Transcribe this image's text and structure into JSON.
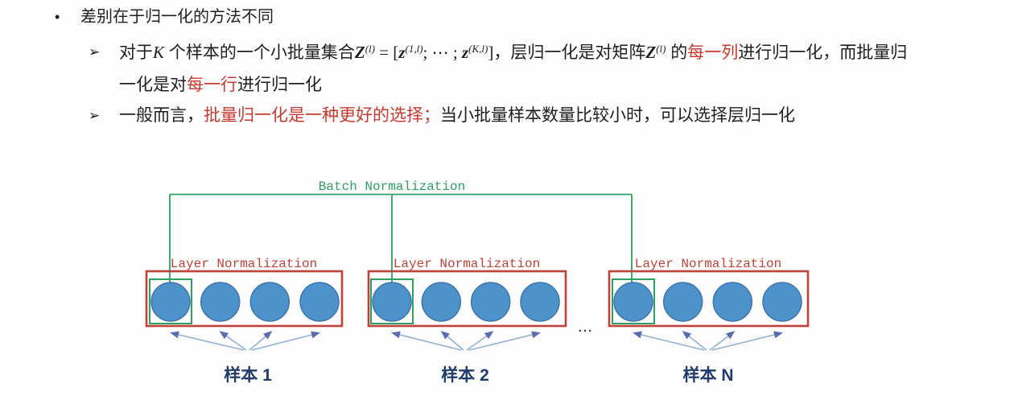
{
  "colors": {
    "text": "#1f1f1f",
    "red_accent": "#c8392e",
    "green": "#2fa062",
    "red_box": "#bf4238",
    "circle_fill": "#4e92cb",
    "circle_stroke": "#3d74ac",
    "arrow_line": "#93b0d6",
    "arrow_head": "#5a6cae",
    "sample_label": "#213c6b",
    "ellipsis": "#3a3a3a"
  },
  "slide": {
    "bullet_marker": "•",
    "bullet": "差别在于归一化的方法不同",
    "sub_bullets": [
      {
        "marker": "➢",
        "segments": [
          {
            "t": "对于",
            "c": ""
          },
          {
            "t": "K",
            "c": "mi"
          },
          {
            "t": " 个样本的一个小批量集合",
            "c": ""
          },
          {
            "t": "Z",
            "c": "mbi"
          },
          {
            "t": "(l)",
            "c": "sup"
          },
          {
            "t": " = [",
            "c": "m"
          },
          {
            "t": "z",
            "c": "mbi"
          },
          {
            "t": "(1,l)",
            "c": "sup"
          },
          {
            "t": "; ⋯ ; ",
            "c": "m"
          },
          {
            "t": "z",
            "c": "mbi"
          },
          {
            "t": "(K,l)",
            "c": "sup"
          },
          {
            "t": "]",
            "c": "m"
          },
          {
            "t": "，层归一化是对矩阵",
            "c": ""
          },
          {
            "t": "Z",
            "c": "mbi"
          },
          {
            "t": "(l)",
            "c": "sup"
          },
          {
            "t": " 的",
            "c": ""
          },
          {
            "t": "每一列",
            "c": "red"
          },
          {
            "t": "进行归一化，而批量归一化是对",
            "c": ""
          },
          {
            "t": "每一行",
            "c": "red"
          },
          {
            "t": "进行归一化",
            "c": ""
          }
        ]
      },
      {
        "marker": "➢",
        "segments": [
          {
            "t": "一般而言，",
            "c": ""
          },
          {
            "t": "批量归一化是一种更好的选择；",
            "c": "red"
          },
          {
            "t": "当小批量样本数量比较小时，可以选择层归一化",
            "c": ""
          }
        ]
      }
    ]
  },
  "diagram": {
    "batch_label": "Batch Normalization",
    "layer_label": "Layer Normalization",
    "ellipsis": "...",
    "groups": [
      {
        "sample_label": "样本 1",
        "neurons": 4
      },
      {
        "sample_label": "样本 2",
        "neurons": 4
      },
      {
        "sample_label": "样本 N",
        "neurons": 4
      }
    ]
  }
}
